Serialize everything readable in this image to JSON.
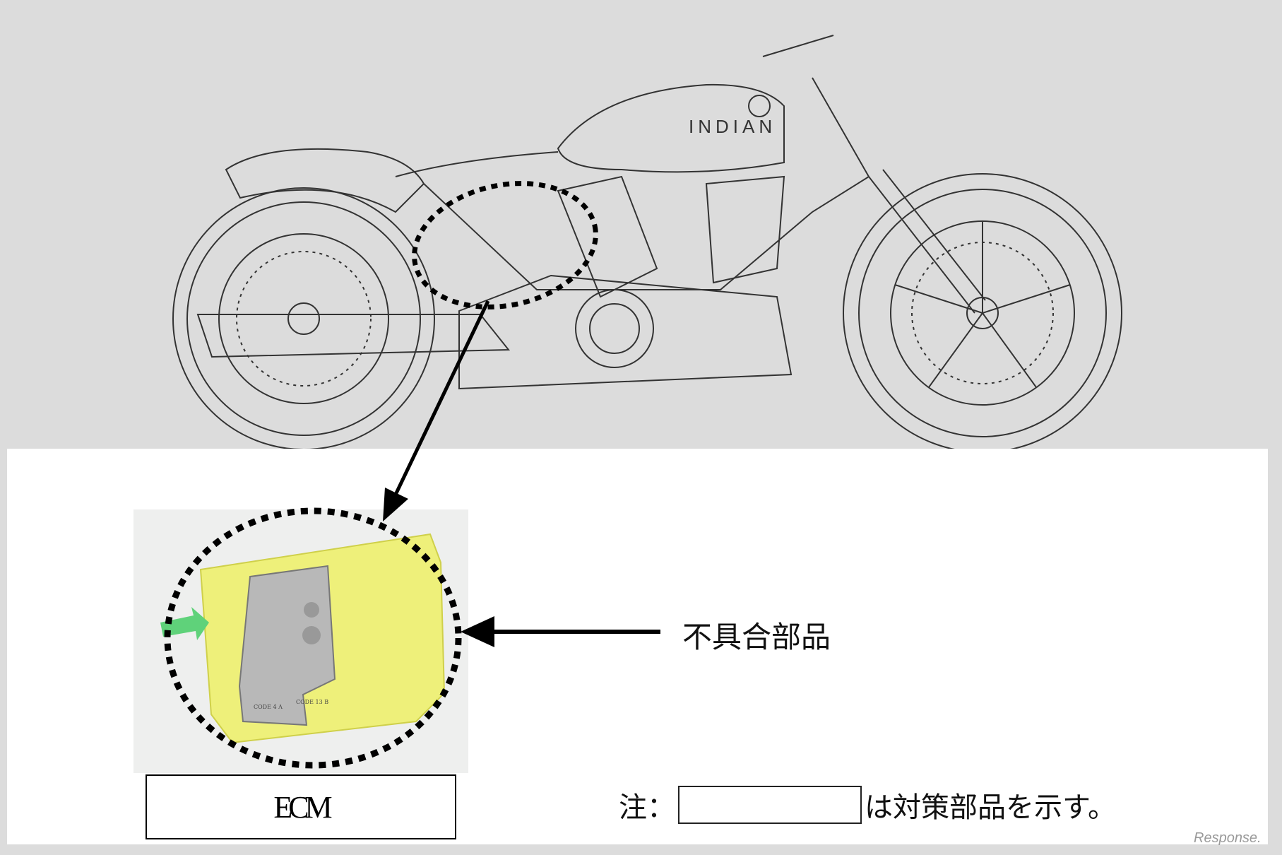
{
  "diagram": {
    "callout_label": "不具合部品",
    "part_label": "ECM",
    "note_prefix": "注：",
    "note_suffix": "は対策部品を示す。",
    "tank_brand": "INDIAN",
    "connector_labels": [
      "CODE 4 A",
      "CODE 13 B"
    ],
    "watermark": "Response."
  },
  "colors": {
    "background": "#dcdcdc",
    "panel": "#ffffff",
    "bracket_highlight": "#eef07a",
    "arrow_green": "#5fd27a",
    "ecm_gray": "#b5b5b5"
  }
}
